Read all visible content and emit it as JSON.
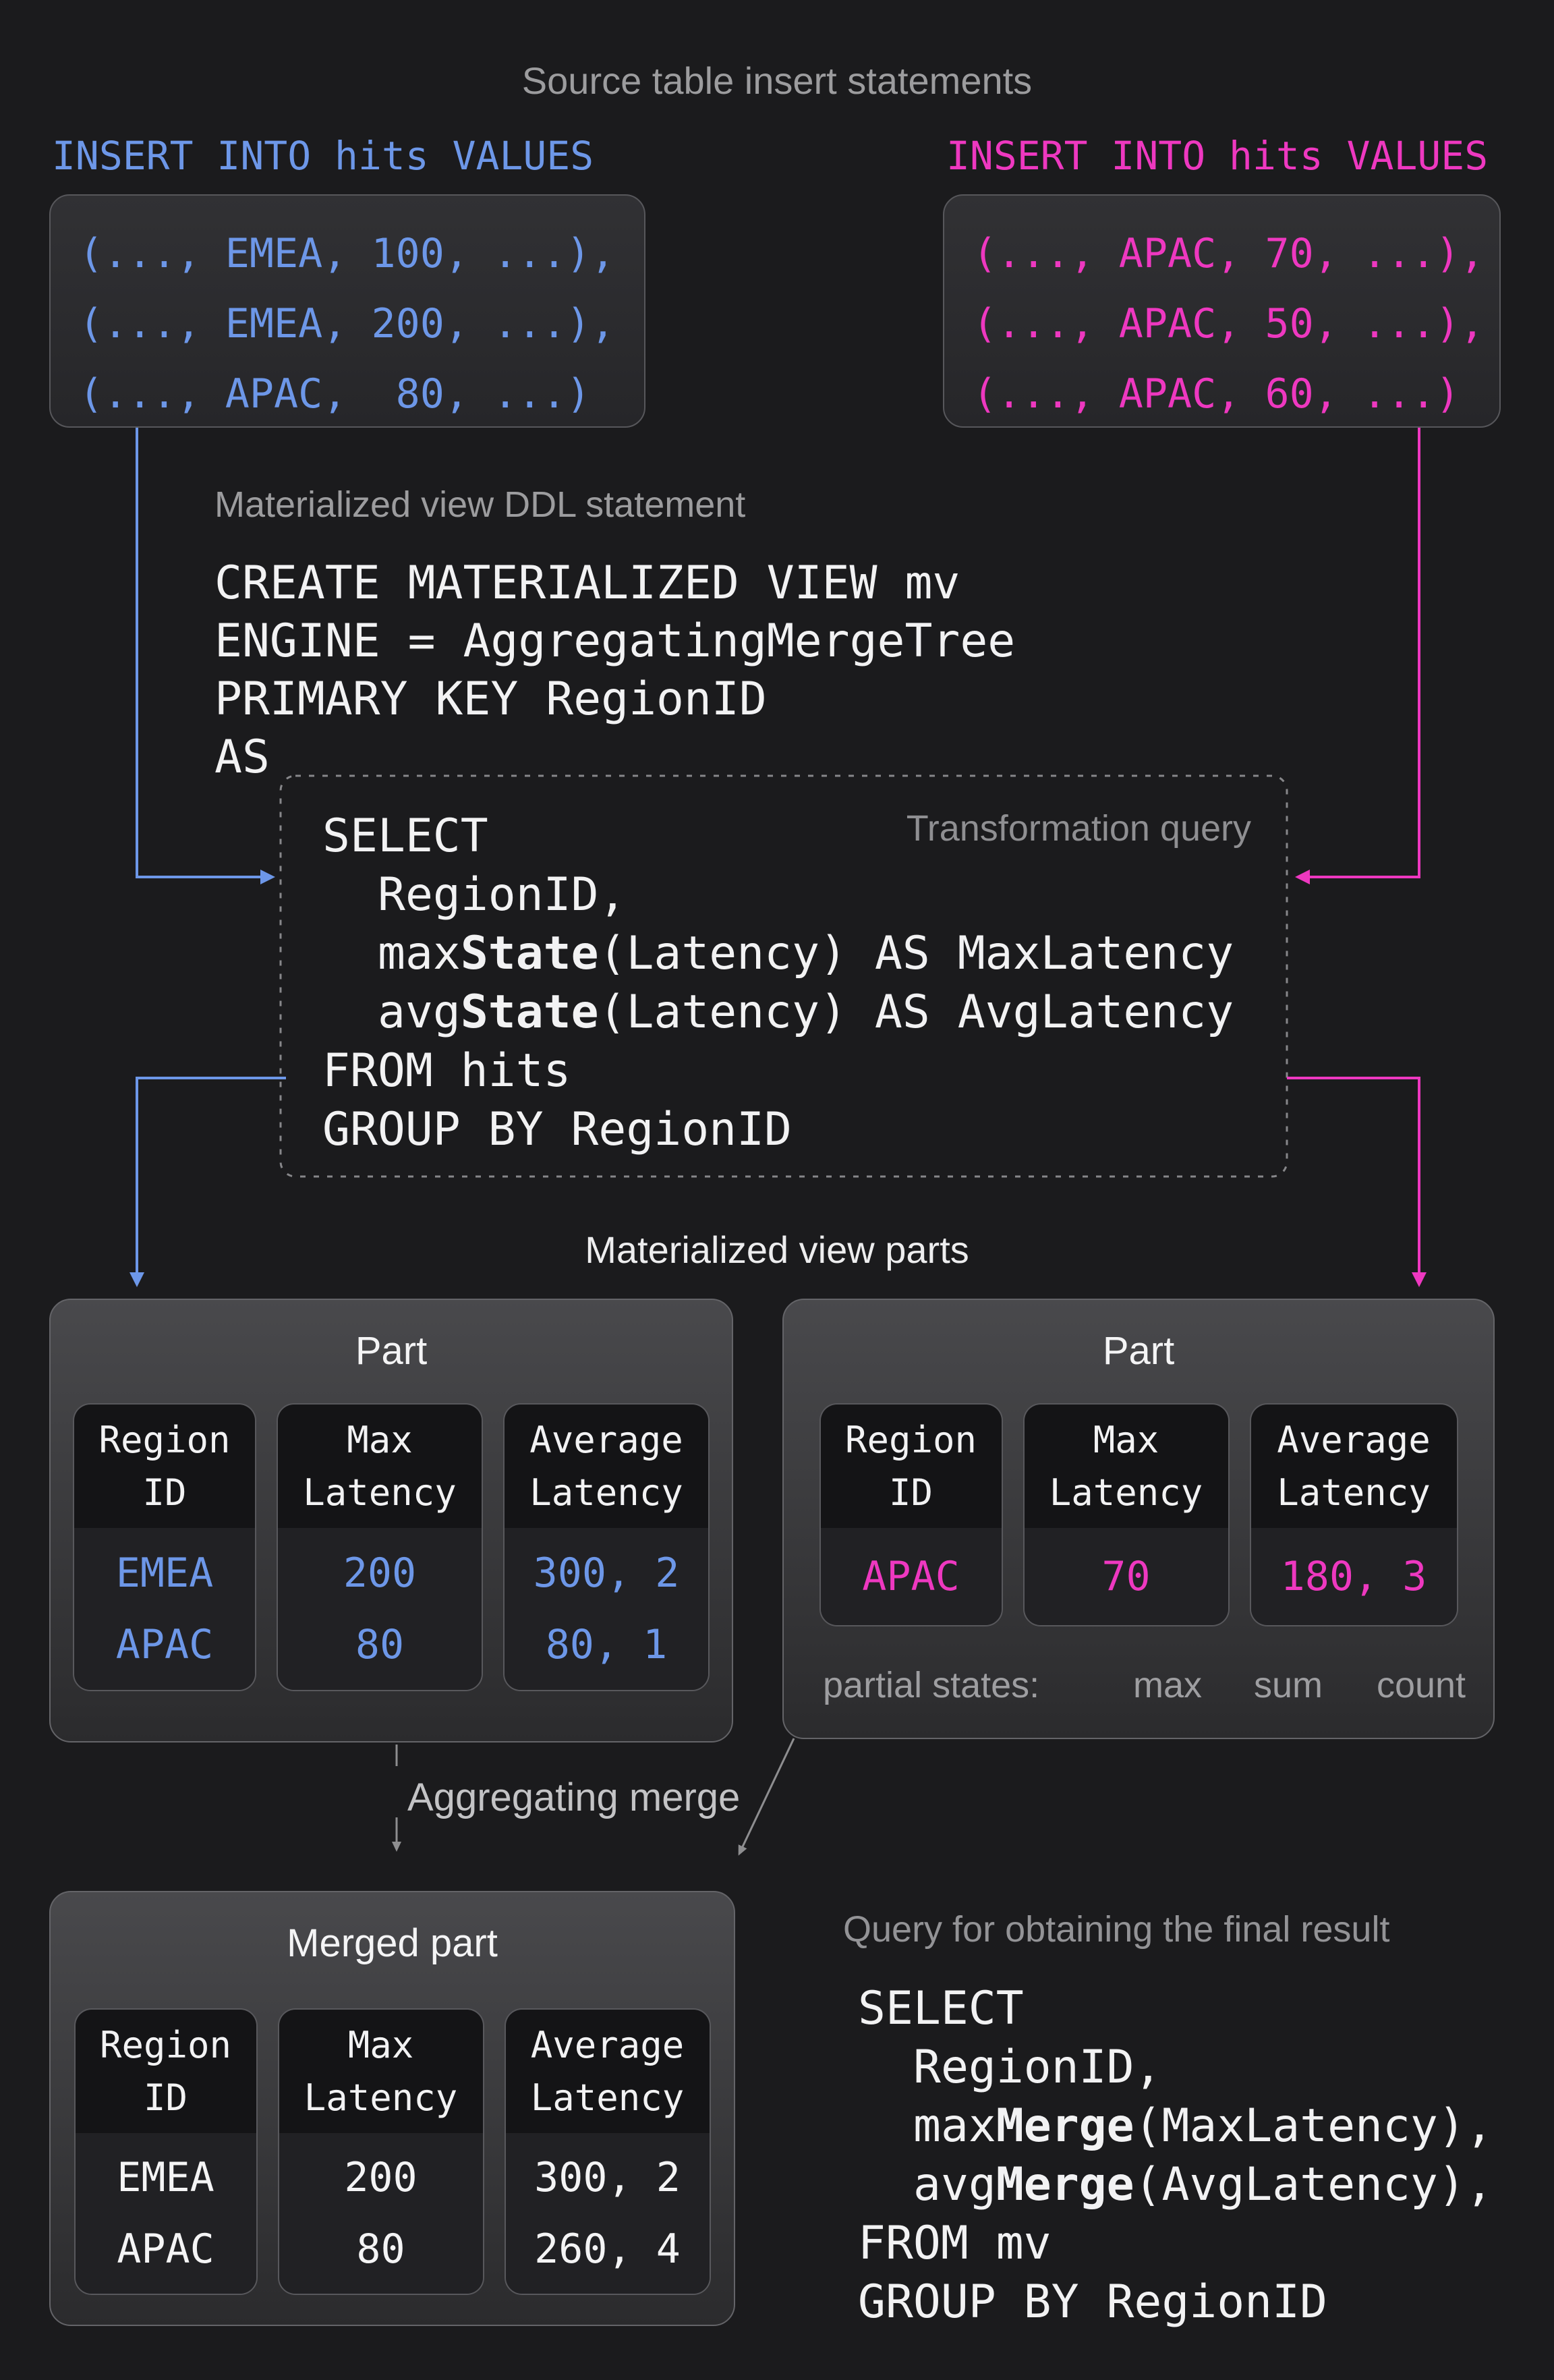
{
  "colors": {
    "background": "#1b1b1d",
    "blue_accent": "#6d97e8",
    "pink_accent": "#ee38c0",
    "gray_label": "#9c9c9e",
    "white_text": "#f2f2f3"
  },
  "header": {
    "title": "Source table insert statements"
  },
  "insert_left": {
    "heading": "INSERT INTO hits VALUES",
    "rows": [
      "(..., EMEA, 100, ...),",
      "(..., EMEA, 200, ...),",
      "(..., APAC,  80, ...)"
    ]
  },
  "insert_right": {
    "heading": "INSERT INTO hits VALUES",
    "rows": [
      "(..., APAC, 70, ...),",
      "(..., APAC, 50, ...),",
      "(..., APAC, 60, ...)"
    ]
  },
  "ddl": {
    "label": "Materialized view DDL statement",
    "lines": [
      {
        "text": "CREATE MATERIALIZED VIEW mv"
      },
      {
        "text": "ENGINE = AggregatingMergeTree"
      },
      {
        "text": "PRIMARY KEY RegionID"
      },
      {
        "text": "AS"
      }
    ]
  },
  "transform_query": {
    "label": "Transformation query",
    "lines": [
      {
        "text": "SELECT"
      },
      {
        "text": "RegionID,"
      },
      {
        "pre": "max",
        "bold": "State",
        "post": "(Latency) AS MaxLatency"
      },
      {
        "pre": "avg",
        "bold": "State",
        "post": "(Latency) AS AvgLatency"
      },
      {
        "text": "FROM hits"
      },
      {
        "text": "GROUP BY RegionID"
      }
    ]
  },
  "parts_section": {
    "title": "Materialized view parts"
  },
  "part_left": {
    "title": "Part",
    "columns": [
      {
        "header": "Region ID",
        "values": [
          "EMEA",
          "APAC"
        ]
      },
      {
        "header": "Max Latency",
        "values": [
          "200",
          "80"
        ]
      },
      {
        "header": "Average Latency",
        "values": [
          "300, 2",
          "80, 1"
        ]
      }
    ]
  },
  "part_right": {
    "title": "Part",
    "columns": [
      {
        "header": "Region ID",
        "values": [
          "APAC"
        ]
      },
      {
        "header": "Max Latency",
        "values": [
          "70"
        ]
      },
      {
        "header": "Average Latency",
        "values": [
          "180, 3"
        ]
      }
    ],
    "annotation": {
      "label": "partial states:",
      "tags": [
        "max",
        "sum",
        "count"
      ]
    }
  },
  "merge_label": "Aggregating merge",
  "merged_part": {
    "title": "Merged part",
    "columns": [
      {
        "header": "Region ID",
        "values": [
          "EMEA",
          "APAC"
        ]
      },
      {
        "header": "Max Latency",
        "values": [
          "200",
          "80"
        ]
      },
      {
        "header": "Average Latency",
        "values": [
          "300, 2",
          "260, 4"
        ]
      }
    ]
  },
  "final_query": {
    "label": "Query for obtaining the final result",
    "lines": [
      {
        "text": "SELECT"
      },
      {
        "text": "RegionID,"
      },
      {
        "pre": "max",
        "bold": "Merge",
        "post": "(MaxLatency),"
      },
      {
        "pre": "avg",
        "bold": "Merge",
        "post": "(AvgLatency),"
      },
      {
        "text": "FROM mv"
      },
      {
        "text": "GROUP BY RegionID"
      }
    ]
  }
}
